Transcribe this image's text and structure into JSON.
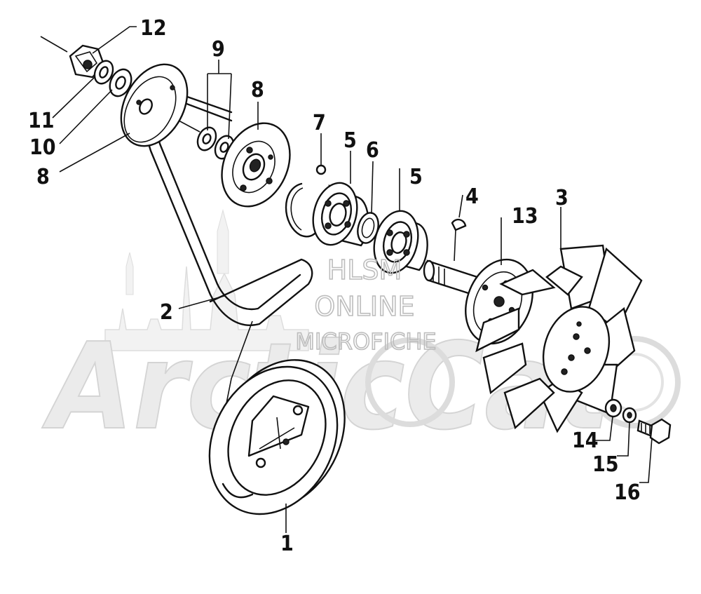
{
  "watermark": {
    "lines": [
      "HLSM",
      "ONLINE",
      "MICROFICHE"
    ],
    "logo_text": "ArcticCat"
  },
  "callouts": [
    {
      "id": "1",
      "label": "1"
    },
    {
      "id": "2",
      "label": "2"
    },
    {
      "id": "3",
      "label": "3"
    },
    {
      "id": "4",
      "label": "4"
    },
    {
      "id": "5a",
      "label": "5"
    },
    {
      "id": "5b",
      "label": "5"
    },
    {
      "id": "6",
      "label": "6"
    },
    {
      "id": "7",
      "label": "7"
    },
    {
      "id": "8a",
      "label": "8"
    },
    {
      "id": "8b",
      "label": "8"
    },
    {
      "id": "9",
      "label": "9"
    },
    {
      "id": "10",
      "label": "10"
    },
    {
      "id": "11",
      "label": "11"
    },
    {
      "id": "12",
      "label": "12"
    },
    {
      "id": "13",
      "label": "13"
    },
    {
      "id": "14",
      "label": "14"
    },
    {
      "id": "15",
      "label": "15"
    },
    {
      "id": "16",
      "label": "16"
    }
  ]
}
